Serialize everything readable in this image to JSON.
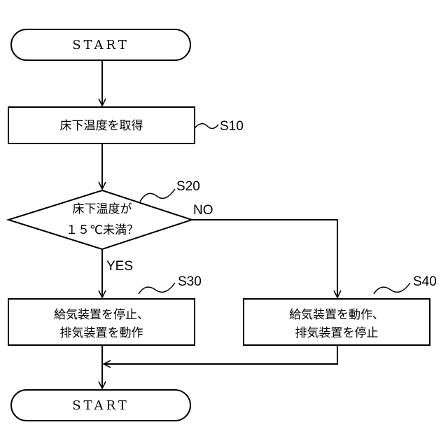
{
  "start": "START",
  "end": "START",
  "s10": {
    "step": "S10",
    "text": "床下温度を取得"
  },
  "s20": {
    "step": "S20",
    "line1": "床下温度が",
    "line2": "１５℃未満？"
  },
  "branch": {
    "yes": "YES",
    "no": "NO"
  },
  "s30": {
    "step": "S30",
    "line1": "給気装置を停止、",
    "line2": "排気装置を動作"
  },
  "s40": {
    "step": "S40",
    "line1": "給気装置を動作、",
    "line2": "排気装置を停止"
  }
}
